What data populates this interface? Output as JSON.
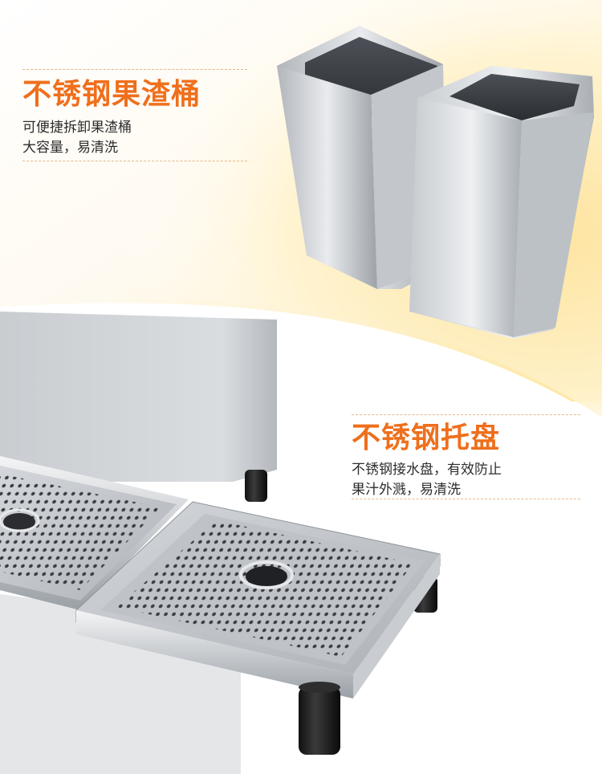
{
  "features": {
    "bin": {
      "title": "不锈钢果渣桶",
      "lines": [
        "可便捷拆卸果渣桶",
        "大容量，易清洗"
      ]
    },
    "tray": {
      "title": "不锈钢托盘",
      "lines": [
        "不锈钢接水盘，有效防止",
        "果汁外溅，易清洗"
      ]
    }
  },
  "colors": {
    "accent": "#ef6f1c",
    "text": "#2d2d2d",
    "glow": "#fde9a4",
    "steel": "#b9bec4"
  }
}
